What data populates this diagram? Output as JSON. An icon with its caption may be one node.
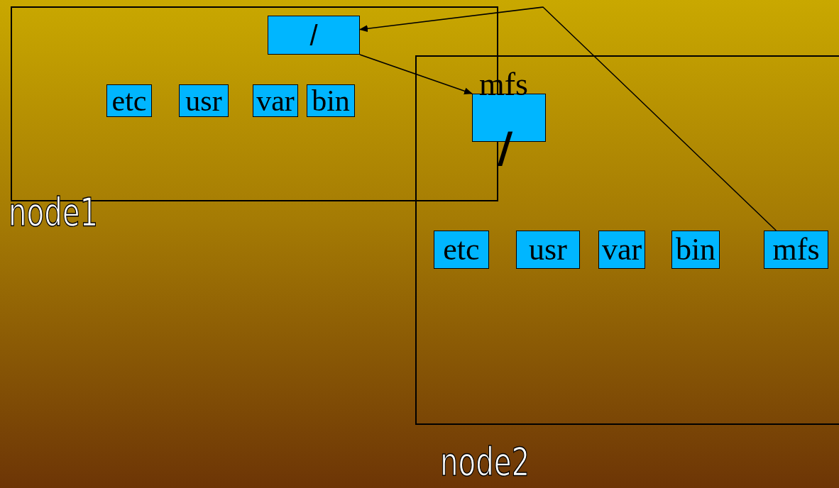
{
  "diagram": {
    "nodes": [
      {
        "text": [
          "node1"
        ]
      },
      {
        "text": [
          "/"
        ],
        "in": 0
      },
      {
        "text": [
          "etc"
        ],
        "in": 0
      },
      {
        "text": [
          "usr"
        ],
        "in": 0
      },
      {
        "text": [
          "var"
        ],
        "in": 0
      },
      {
        "text": [
          "bin"
        ],
        "in": 0
      },
      {
        "text": [
          "node2"
        ]
      },
      {
        "text": [
          "mfs",
          "/"
        ],
        "in": 6
      },
      {
        "text": [
          "etc"
        ],
        "in": 6
      },
      {
        "text": [
          "usr"
        ],
        "in": 6
      },
      {
        "text": [
          "var"
        ],
        "in": 6
      },
      {
        "text": [
          "bin"
        ],
        "in": 6
      },
      {
        "text": [
          "mfs"
        ],
        "in": 6
      }
    ],
    "edges": [
      {
        "from": 1,
        "to": 7,
        "arrow": "to"
      },
      {
        "from": 12,
        "to": 1,
        "arrow": "to"
      }
    ]
  }
}
